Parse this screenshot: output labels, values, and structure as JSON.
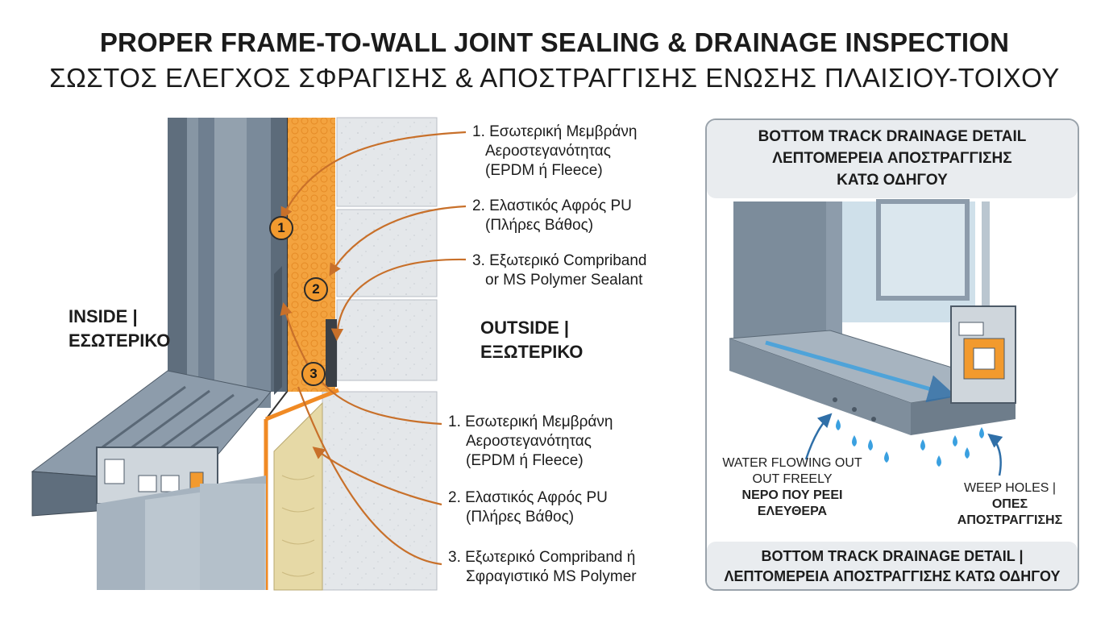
{
  "title_en": "PROPER FRAME-TO-WALL JOINT SEALING & DRAINAGE INSPECTION",
  "title_gr": "ΣΩΣΤΟΣ ΕΛΕΓΧΟΣ ΣΦΡΑΓΙΣΗΣ & ΑΠΟΣΤΡΑΓΓΙΣΗΣ ΕΝΩΣΗΣ ΠΛΑΙΣΙΟΥ-ΤΟΙΧΟΥ",
  "inside": {
    "line1": "INSIDE |",
    "line2": "ΕΣΩΤΕΡΙΚΟ"
  },
  "outside": {
    "line1": "OUTSIDE |",
    "line2": "ΕΞΩΤΕΡΙΚΟ"
  },
  "markers": [
    "1",
    "2",
    "3"
  ],
  "top_labels": [
    {
      "lines": [
        "1. Εσωτερική Μεμβράνη",
        "Αεροστεγανότητας",
        "(EPDM ή Fleece)"
      ]
    },
    {
      "lines": [
        "2. Ελαστικός Αφρός PU",
        "(Πλήρες Βάθος)"
      ]
    },
    {
      "lines": [
        "3. Εξωτερικό Compriband",
        "or MS Polymer Sealant"
      ]
    }
  ],
  "bottom_labels": [
    {
      "lines": [
        "1. Εσωτερική Μεμβράνη",
        "Αεροστεγανότητας",
        "(EPDM ή Fleece)"
      ]
    },
    {
      "lines": [
        "2. Ελαστικός Αφρός PU",
        "(Πλήρες Βάθος)"
      ]
    },
    {
      "lines": [
        "3. Εξωτερικό Compriband ή",
        "Σφραγιστικό MS Polymer"
      ]
    }
  ],
  "panel": {
    "header": [
      "BOTTOM TRACK DRAINAGE DETAIL",
      "ΛΕΠΤΟΜΕΡΕΙΑ ΑΠΟΣΤΡΑΓΓΙΣΗΣ",
      "ΚΑΤΩ ΟΔΗΓΟΥ"
    ],
    "water_label": {
      "en1": "WATER FLOWING OUT",
      "en2": "OUT FREELY",
      "gr1": "ΝΕΡΟ ΠΟΥ ΡΕΕΙ",
      "gr2": "ΕΛΕΥΘΕΡΑ"
    },
    "weep_label": {
      "en": "WEEP HOLES |",
      "gr1": "ΟΠΕΣ",
      "gr2": "ΑΠΟΣΤΡΑΓΓΙΣΗΣ"
    },
    "footer": [
      "BOTTOM TRACK DRAINAGE DETAIL |",
      "ΛΕΠΤΟΜΕΡΕΙΑ ΑΠΟΣΤΡΑΓΓΙΣΗΣ ΚΑΤΩ ΟΔΗΓΟΥ"
    ]
  },
  "colors": {
    "foam": "#f3a33f",
    "frame": "#6f7f90",
    "wall": "#e3e6e8",
    "insulation": "#e6d9a6",
    "water": "#3aa0e0",
    "arrow": "#c8702a",
    "panel_bg": "#e9ecef"
  }
}
